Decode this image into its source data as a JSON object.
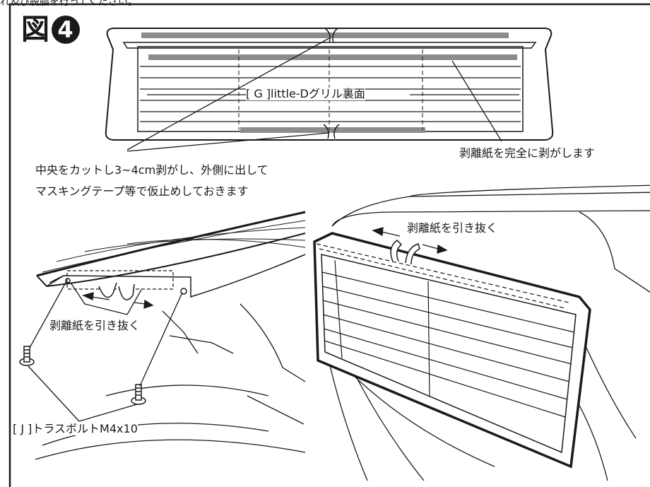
{
  "header": {
    "caption_fragment": "れ及び脱脂を行ってください。"
  },
  "figure": {
    "title_kanji": "図",
    "title_number": "4"
  },
  "labels": {
    "grille_back": "[ G ]little-Dグリル裏面",
    "peel_completely": "剥離紙を完全に剥がします",
    "center_cut_line1": "中央をカットし3~4cm剥がし、外側に出して",
    "center_cut_line2": "マスキングテープ等で仮止めしておきます",
    "pull_out_left": "剥離紙を引き抜く",
    "pull_out_right": "剥離紙を引き抜く",
    "bolt": "[ J ]トラスボルトM4x10"
  }
}
